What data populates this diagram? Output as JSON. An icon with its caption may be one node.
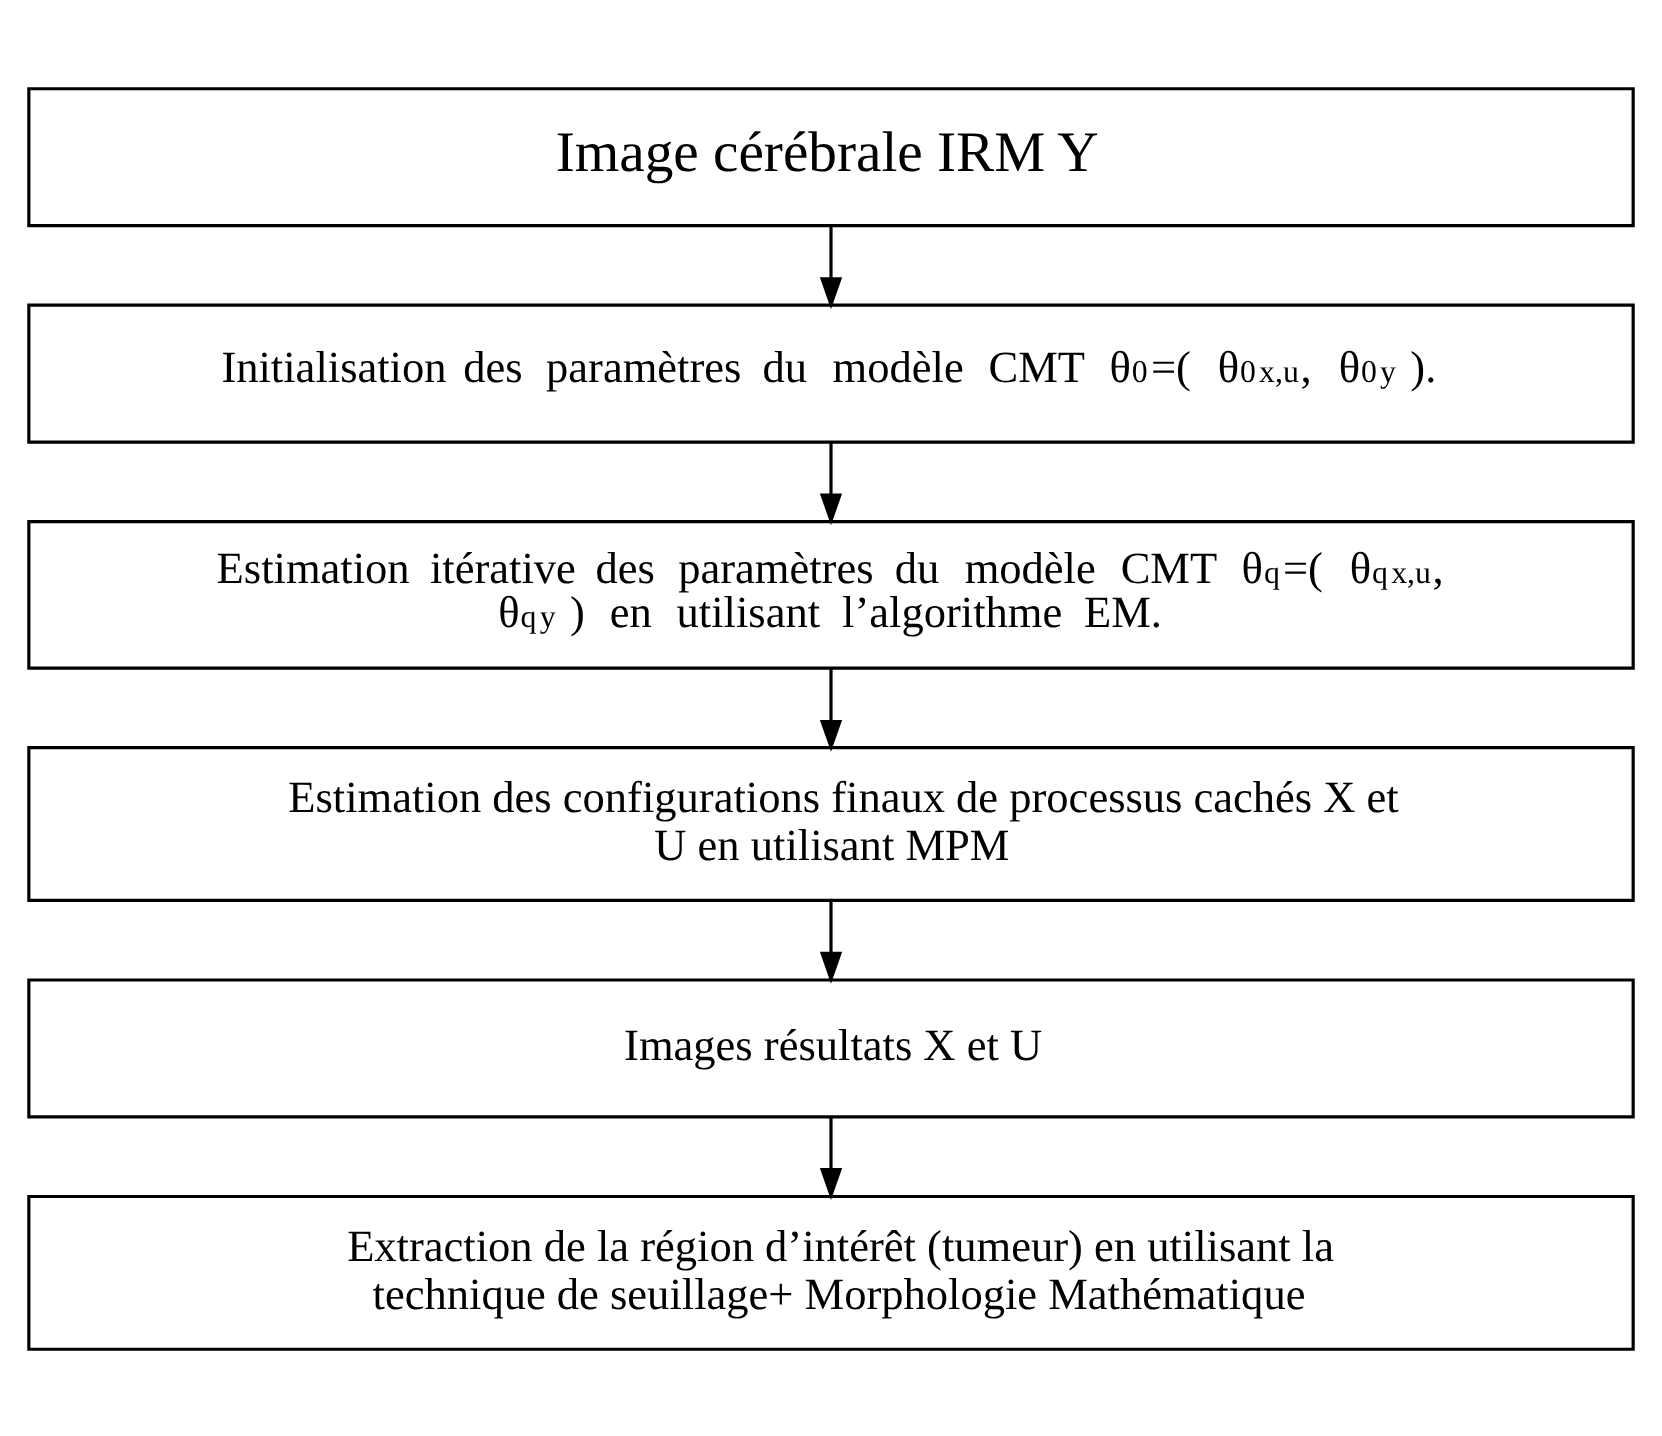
{
  "diagram": {
    "nodes": [
      {
        "text": [
          "Image cérébrale IRM Y"
        ]
      },
      {
        "text": [
          "Initialisation des paramètres du modèle CMT θ$^{0}$=( θ$^{0}$$_{x,u}$, θ$^{0}$$_{y}$ )."
        ]
      },
      {
        "text": [
          "Estimation itérative des paramètres du modèle CMT θ$^{q}$=( θ$^{q}$$_{x,u}$, θ$^{q}$$_{y}$ ) en utilisant l’algorithme EM."
        ]
      },
      {
        "text": [
          "Estimation des configurations finaux de processus cachés X et U en utilisant MPM"
        ]
      },
      {
        "text": [
          "Images résultats X et U"
        ]
      },
      {
        "text": [
          "Extraction de la région d’intérêt (tumeur) en utilisant la technique de seuillage+ Morphologie Mathématique"
        ]
      }
    ],
    "edges": [
      {
        "from": 0,
        "to": 1,
        "arrow": "to"
      },
      {
        "from": 1,
        "to": 2,
        "arrow": "to"
      },
      {
        "from": 2,
        "to": 3,
        "arrow": "to"
      },
      {
        "from": 3,
        "to": 4,
        "arrow": "to"
      },
      {
        "from": 4,
        "to": 5,
        "arrow": "to"
      }
    ]
  }
}
